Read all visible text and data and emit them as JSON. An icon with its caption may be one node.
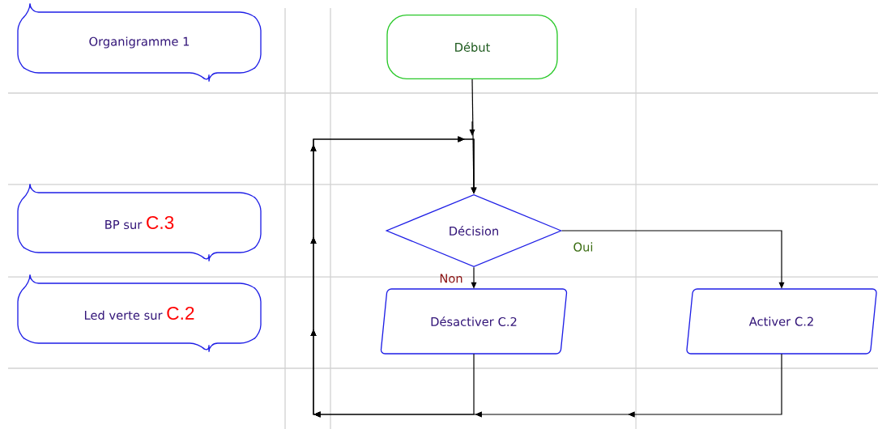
{
  "diagram": {
    "nodes": [
      {
        "text": [
          "Organigramme 1"
        ]
      },
      {
        "text": [
          "BP sur",
          "C.3"
        ]
      },
      {
        "text": [
          "Led verte sur",
          "C.2"
        ]
      },
      {
        "text": [
          "Début"
        ]
      },
      {
        "text": [
          "Décision"
        ]
      },
      {
        "text": [
          "Désactiver C.2"
        ]
      },
      {
        "text": [
          "Activer C.2"
        ]
      }
    ],
    "edges": [
      {
        "from": 3,
        "to": 4,
        "arrow": "to"
      },
      {
        "from": 4,
        "to": 5,
        "arrow": "to",
        "label": "Non"
      },
      {
        "from": 4,
        "to": 6,
        "arrow": "to",
        "label": "Oui"
      },
      {
        "from": 5,
        "to": 4,
        "arrow": "to"
      },
      {
        "from": 6,
        "to": 4,
        "arrow": "to"
      }
    ]
  }
}
